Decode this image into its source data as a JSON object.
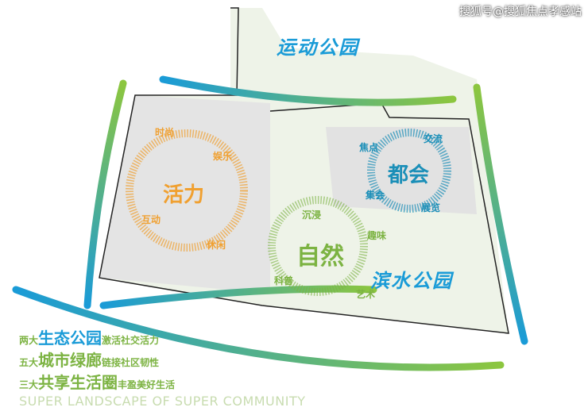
{
  "watermark": "搜狐号@搜狐焦点孝感站",
  "parks": {
    "sports": "运动公园",
    "waterfront": "滨水公园"
  },
  "zones": [
    {
      "title": "活力",
      "tags": [
        "时尚",
        "娱乐",
        "互动",
        "休闲"
      ],
      "color": "#f0a030"
    },
    {
      "title": "都会",
      "tags": [
        "焦点",
        "交流",
        "集会",
        "展览"
      ],
      "color": "#1b8fb8"
    },
    {
      "title": "自然",
      "tags": [
        "沉浸",
        "趣味",
        "科普",
        "艺术"
      ],
      "color": "#7cb342"
    }
  ],
  "legend": [
    {
      "prefix": "两大",
      "key": "生态公园",
      "suffix": "激活社交活力"
    },
    {
      "prefix": "五大",
      "key": "城市绿廊",
      "suffix": "链接社区韧性"
    },
    {
      "prefix": "三大",
      "key": "共享生活圈",
      "suffix": "丰盈美好生活"
    }
  ],
  "subtitle": "SUPER LANDSCAPE OF SUPER COMMUNITY",
  "colors": {
    "green": "#8cc63f",
    "blue": "#1a9bd7",
    "orange": "#f0a030"
  }
}
